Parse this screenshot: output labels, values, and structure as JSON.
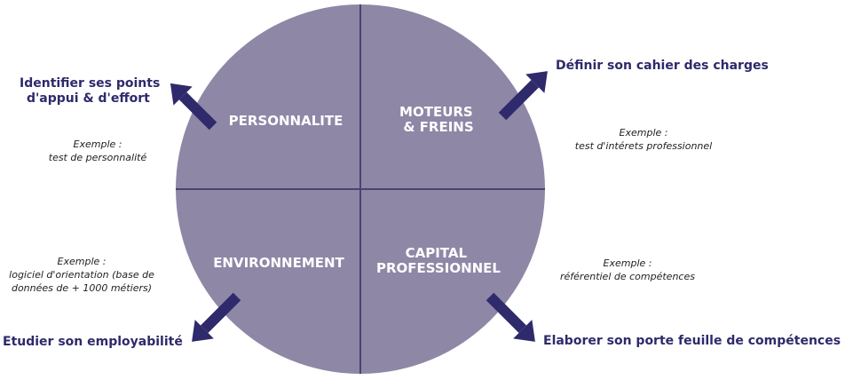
{
  "colors": {
    "circle": "#8e87a6",
    "divider": "#4a4470",
    "arrow": "#2e2a6b",
    "goal_text": "#2e2a6b"
  },
  "quadrants": {
    "top_left": {
      "label": [
        "PERSONNALITE"
      ]
    },
    "top_right": {
      "label": [
        "MOTEURS",
        "& FREINS"
      ]
    },
    "bottom_left": {
      "label": [
        "ENVIRONNEMENT"
      ]
    },
    "bottom_right": {
      "label": [
        "CAPITAL",
        "PROFESSIONNEL"
      ]
    }
  },
  "goals": {
    "top_left": {
      "lines": [
        "Identifier ses points",
        "d'appui & d'effort"
      ]
    },
    "top_right": {
      "lines": [
        "Définir son cahier des charges"
      ]
    },
    "bottom_left": {
      "lines": [
        "Etudier son employabilité"
      ]
    },
    "bottom_right": {
      "lines": [
        "Elaborer son porte feuille de compétences"
      ]
    }
  },
  "examples": {
    "top_left": {
      "lines": [
        "Exemple :",
        "test de personnalité"
      ]
    },
    "top_right": {
      "lines": [
        "Exemple :",
        "test d'intérets professionnel"
      ]
    },
    "bottom_left": {
      "lines": [
        "Exemple :",
        "logiciel d'orientation (base de",
        "données de + 1000 métiers)"
      ]
    },
    "bottom_right": {
      "lines": [
        "Exemple :",
        "référentiel de compétences"
      ]
    }
  }
}
